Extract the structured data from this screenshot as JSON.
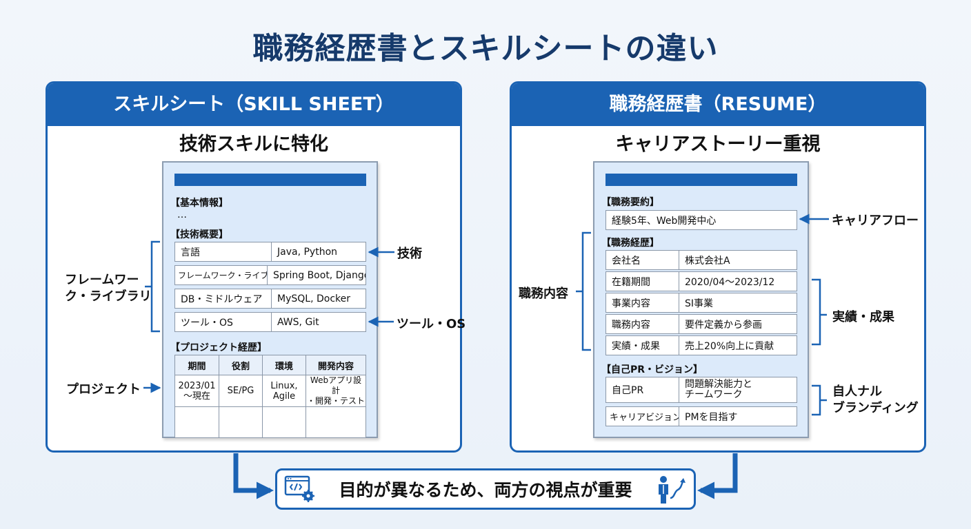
{
  "title": "職務経歴書とスキルシートの違い",
  "left": {
    "header": "スキルシート（SKILL SHEET）",
    "subtitle": "技術スキルに特化",
    "sections": {
      "basic": "【基本情報】",
      "basic_dots": "…",
      "tech": "【技術概要】",
      "project": "【プロジェクト経歴】"
    },
    "tech_rows": [
      {
        "key": "言語",
        "value": "Java, Python"
      },
      {
        "key": "フレームワーク・ライブラリ",
        "value": "Spring Boot, Django"
      },
      {
        "key": "DB・ミドルウェア",
        "value": "MySQL, Docker"
      },
      {
        "key": "ツール・OS",
        "value": "AWS, Git"
      }
    ],
    "project_table": {
      "headers": [
        "期間",
        "役割",
        "環境",
        "開発内容"
      ],
      "row": [
        "2023/01",
        "～現在",
        "SE/PG",
        "Linux,",
        "Agile",
        "Webアプリ設計",
        "・開発・テスト"
      ]
    },
    "labels": {
      "framework_line1": "フレームワー",
      "framework_line2": "ク・ライブラリ",
      "tech": "技術",
      "tool": "ツール・OS",
      "project": "プロジェクト"
    }
  },
  "right": {
    "header": "職務経歴書（RESUME）",
    "subtitle": "キャリアストーリー重視",
    "sections": {
      "summary": "【職務要約】",
      "history": "【職務経歴】",
      "pr": "【自己PR・ビジョン】"
    },
    "summary_text": "経験5年、Web開発中心",
    "history_rows": [
      {
        "key": "会社名",
        "value": "株式会社A"
      },
      {
        "key": "在籍期間",
        "value": "2020/04～2023/12"
      },
      {
        "key": "事業内容",
        "value": "SI事業"
      },
      {
        "key": "職務内容",
        "value": "要件定義から参画"
      },
      {
        "key": "実績・成果",
        "value": "売上20%向上に貢献"
      }
    ],
    "pr_rows": [
      {
        "key": "自己PR",
        "value_line1": "問題解決能力と",
        "value_line2": "チームワーク"
      },
      {
        "key": "キャリアビジョン",
        "value": "PMを目指す"
      }
    ],
    "labels": {
      "career_flow": "キャリアフロー",
      "job_content": "職務内容",
      "achievements": "実績・成果",
      "branding_line1": "自人ナル",
      "branding_line2": "ブランディング"
    }
  },
  "bottom": {
    "text": "目的が異なるため、両方の視点が重要",
    "left_icon": "code-gear-icon",
    "right_icon": "person-growth-icon"
  },
  "colors": {
    "primary": "#1b63b4",
    "title": "#163a6b",
    "doc_bg": "#dceafa"
  }
}
